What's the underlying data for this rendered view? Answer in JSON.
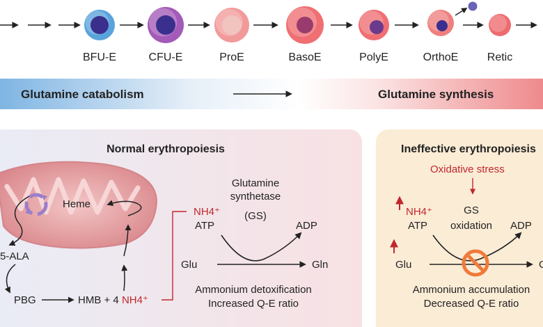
{
  "cell_stages": [
    {
      "label": "BFU-E",
      "outer": "#5aa3dc",
      "inner": "#3a2f8c"
    },
    {
      "label": "CFU-E",
      "outer": "#a35ab8",
      "inner": "#3a2f8c"
    },
    {
      "label": "ProE",
      "outer": "#f29a9a",
      "inner": "#f2c4c0"
    },
    {
      "label": "BasoE",
      "outer": "#ef6f72",
      "inner": "#9a3b6e"
    },
    {
      "label": "PolyE",
      "outer": "#ef6f72",
      "inner": "#6a3a8c"
    },
    {
      "label": "OrthoE",
      "outer": "#ef7f7f",
      "inner": "#3a2f8c"
    },
    {
      "label": "Retic",
      "outer": "#ee6b6f",
      "inner": ""
    }
  ],
  "metabolism_bar": {
    "left_label": "Glutamine catabolism",
    "right_label": "Glutamine synthesis",
    "left_color": "#7fb5e3",
    "right_color": "#ee8a8c"
  },
  "normal_panel": {
    "title": "Normal erythropoiesis",
    "heme": "Heme",
    "ala": "5-ALA",
    "pbg": "PBG",
    "hmb": "HMB + 4",
    "nh4_hmb": "NH4⁺",
    "nh4": "NH4⁺",
    "atp": "ATP",
    "enzyme_line1": "Glutamine",
    "enzyme_line2": "synthetase",
    "enzyme_abbr": "(GS)",
    "adp": "ADP",
    "glu": "Glu",
    "gln": "Gln",
    "caption_line1": "Ammonium detoxification",
    "caption_line2": "Increased Q-E ratio",
    "bg_color": "#f7e3e5"
  },
  "ineffective_panel": {
    "title": "Ineffective erythropoiesis",
    "stress": "Oxidative stress",
    "nh4": "NH4⁺",
    "atp": "ATP",
    "gs": "GS",
    "gs_ox": "oxidation",
    "adp": "ADP",
    "glu": "Glu",
    "gln_partial": "G",
    "caption_line1": "Ammonium accumulation",
    "caption_line2": "Decreased Q-E ratio",
    "bg_color": "#fbecd6",
    "inhibit_color": "#f07a3a"
  },
  "accent_red": "#c0272d"
}
